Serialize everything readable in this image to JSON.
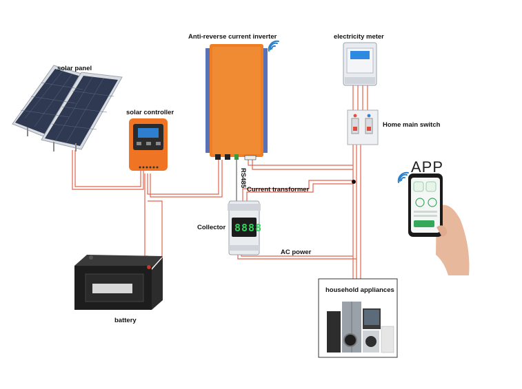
{
  "labels": {
    "solar_panel": "solar panel",
    "solar_controller": "solar controller",
    "inverter": "Anti-reverse current inverter",
    "electricity_meter": "electricity meter",
    "main_switch": "Home main switch",
    "app": "APP",
    "rs485": "RS485",
    "current_transformer": "Current transformer",
    "collector": "Collector",
    "ac_power": "AC power",
    "battery": "battery",
    "household_appliances": "household appliances"
  },
  "device_text": {
    "collector_display": "8888"
  },
  "icons": [
    "wifi-icon",
    "wifi-icon"
  ],
  "colors": {
    "wire": "#e2614a",
    "inverter_orange": "#ef7d24",
    "controller_orange": "#ef7424",
    "battery_black": "#1d1d1d",
    "panel_blue": "#2f3a52"
  }
}
